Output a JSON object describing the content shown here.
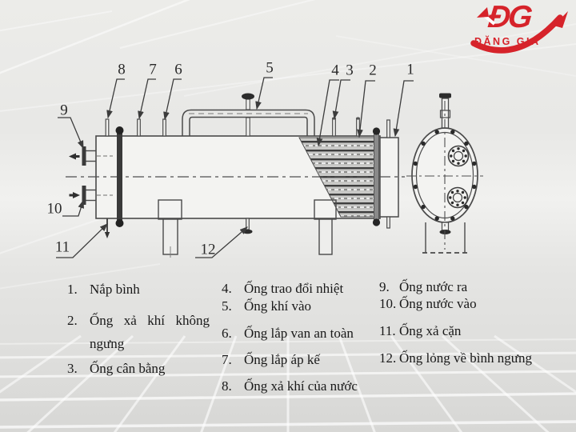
{
  "logo": {
    "monogram": "ĐG",
    "name": "ĐẶNG GIA",
    "color": "#d6232a"
  },
  "diagram": {
    "callouts": {
      "1": "1",
      "2": "2",
      "3": "3",
      "4": "4",
      "5": "5",
      "6": "6",
      "7": "7",
      "8": "8",
      "9": "9",
      "10": "10",
      "11": "11",
      "12": "12"
    }
  },
  "legend": {
    "col1": [
      {
        "num": "1.",
        "text": "Nắp bình"
      },
      {
        "num": "2.",
        "text": "Ống xả khí không ngưng"
      },
      {
        "num": "3.",
        "text": "Ống cân bằng"
      }
    ],
    "col2": [
      {
        "num": "4.",
        "text": "Ống trao đổi nhiệt"
      },
      {
        "num": "5.",
        "text": "Ống khí vào"
      },
      {
        "num": "6.",
        "text": "Ống lắp van an toàn"
      },
      {
        "num": "7.",
        "text": "Ống lắp áp kế"
      },
      {
        "num": "8.",
        "text": "Ống xả khí của nước"
      }
    ],
    "col3": [
      {
        "num": "9.",
        "text": "Ống nước ra"
      },
      {
        "num": "10.",
        "text": "Ống nước vào"
      },
      {
        "num": "11.",
        "text": "Ống xả cặn"
      },
      {
        "num": "12.",
        "text": "Ống lỏng về bình ngưng"
      }
    ]
  },
  "colors": {
    "accent_red": "#d6232a",
    "line": "#4a4a4a",
    "background": "#e8e8e6"
  }
}
